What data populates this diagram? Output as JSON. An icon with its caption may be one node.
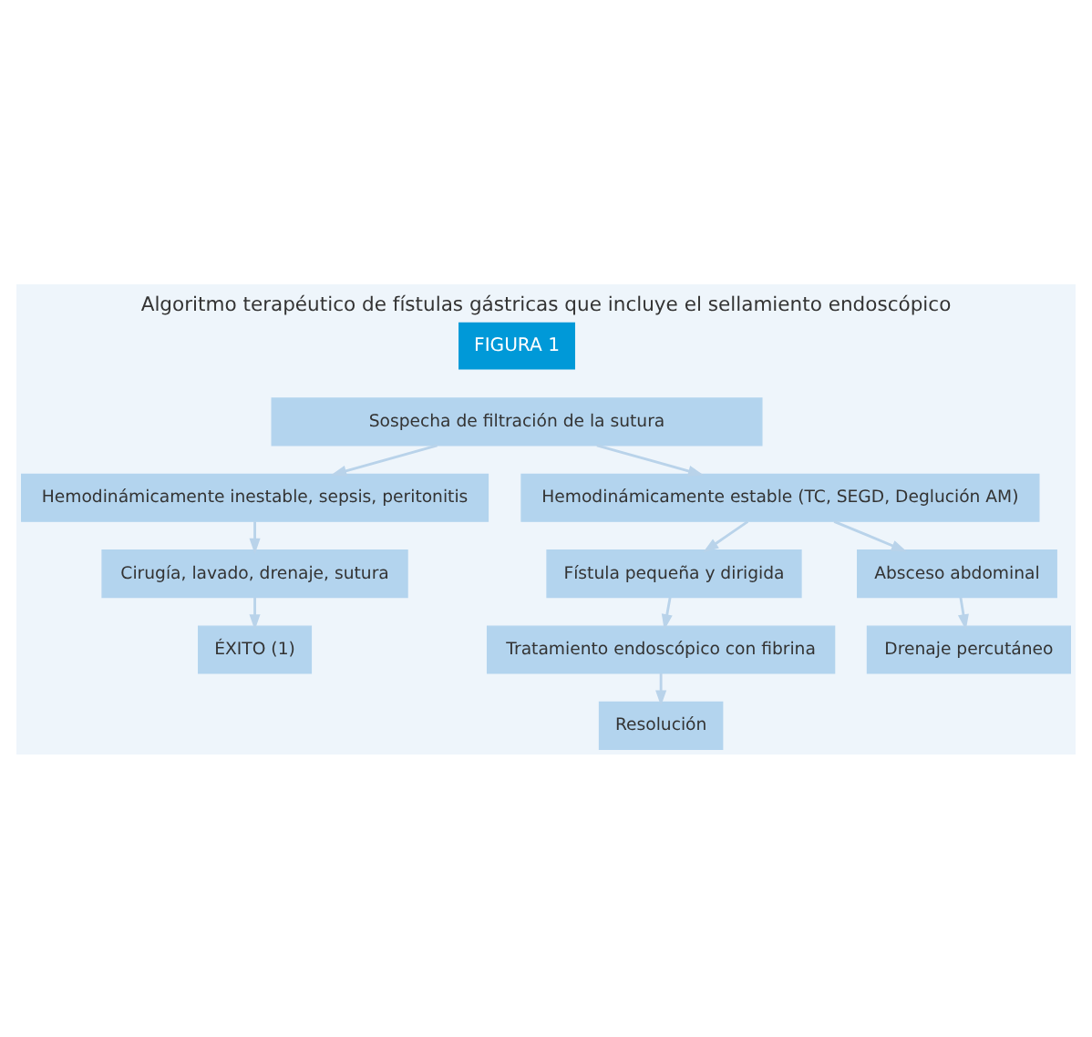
{
  "diagram": {
    "title": "Algoritmo terapéutico de fístulas gástricas que incluye el sellamiento endoscópico",
    "nodes": [
      {
        "text": [
          "Sospecha de filtración de la sutura"
        ]
      },
      {
        "text": [
          "Hemodinámicamente inestable, sepsis, peritonitis"
        ]
      },
      {
        "text": [
          "Hemodinámicamente estable (TC, SEGD, Deglución AM)"
        ]
      },
      {
        "text": [
          "Cirugía, lavado, drenaje, sutura"
        ]
      },
      {
        "text": [
          "ÉXITO (1)"
        ]
      },
      {
        "text": [
          "Fístula pequeña y dirigida"
        ]
      },
      {
        "text": [
          "Absceso abdominal"
        ]
      },
      {
        "text": [
          "Tratamiento endoscópico con fibrina"
        ]
      },
      {
        "text": [
          "Drenaje percutáneo"
        ]
      },
      {
        "text": [
          "Resolución"
        ]
      }
    ],
    "edges": [
      {
        "from": 0,
        "to": 1,
        "arrow": "to"
      },
      {
        "from": 0,
        "to": 2,
        "arrow": "to"
      },
      {
        "from": 1,
        "to": 3,
        "arrow": "to"
      },
      {
        "from": 3,
        "to": 4,
        "arrow": "to"
      },
      {
        "from": 2,
        "to": 5,
        "arrow": "to"
      },
      {
        "from": 2,
        "to": 6,
        "arrow": "to"
      },
      {
        "from": 5,
        "to": 7,
        "arrow": "to"
      },
      {
        "from": 7,
        "to": 9,
        "arrow": "to"
      },
      {
        "from": 6,
        "to": 8,
        "arrow": "to"
      }
    ],
    "labels": [
      "FIGURA 1"
    ]
  }
}
